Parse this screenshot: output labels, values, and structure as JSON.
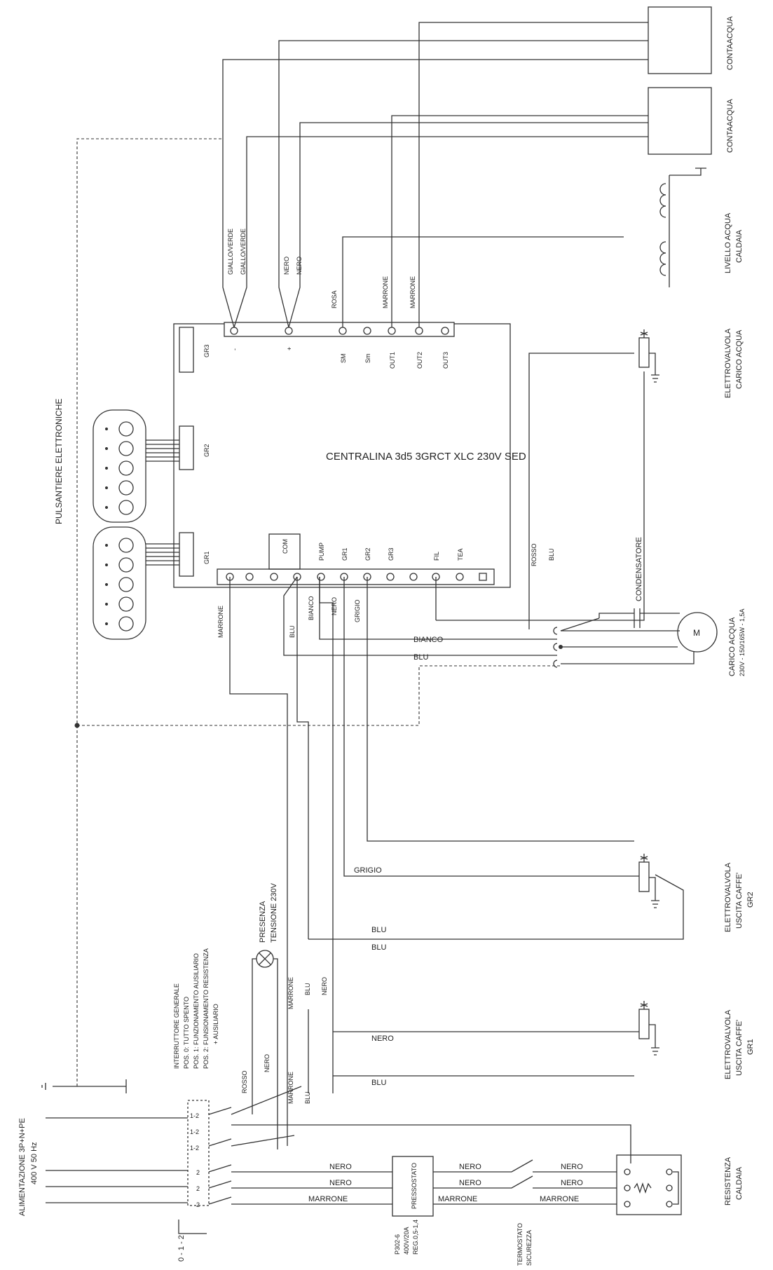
{
  "controller": {
    "title": "CENTRALINA 3d5 3GRCT XLC 230V SED",
    "top_terminals": [
      "-",
      "+",
      "SM",
      "Sm",
      "OUT1",
      "OUT2",
      "OUT3"
    ],
    "bottom_terminals": [
      "COM",
      "PUMP",
      "GR1",
      "GR2",
      "GR3",
      "FIL",
      "TEA"
    ],
    "connectors": [
      "GR1",
      "GR2",
      "GR3"
    ]
  },
  "keypads": {
    "label": "PULSANTIERE ELETTRONICHE"
  },
  "components": {
    "contaacqua_1": "CONTAACQUA",
    "contaacqua_2": "CONTAACQUA",
    "livello_acqua": [
      "LIVELLO ACQUA",
      "CALDAIA"
    ],
    "ev_carico": [
      "ELETTROVALVOLA",
      "CARICO ACQUA"
    ],
    "condensatore": "CONDENSATORE",
    "carico_acqua": [
      "CARICO ACQUA",
      "230V - 150/165W - 1,5A"
    ],
    "motor_symbol": "M",
    "ev_gr2": [
      "ELETTROVALVOLA",
      "USCITA CAFFE'",
      "GR2"
    ],
    "ev_gr1": [
      "ELETTROVALVOLA",
      "USCITA CAFFE'",
      "GR1"
    ],
    "resistenza": [
      "RESISTENZA",
      "CALDAIA"
    ],
    "pressostato": "PRESSOSTATO",
    "pressostato_spec": [
      "P302-6",
      "400V/20A",
      "REG.0,5-1,4"
    ],
    "termostato": [
      "TERMOSTATO",
      "SICUREZZA"
    ],
    "presenza": [
      "PRESENZA",
      "TENSIONE 230V"
    ],
    "interruttore": [
      "INTERRUTTORE GENERALE",
      "POS. 0: TUTTO SPENTO",
      "POS. 1: FUNZIONAMENTO AUSILIARIO",
      "POS. 2: FUNSIONAMENTO RESISTENZA",
      "+ AUSILIARIO"
    ],
    "alimentazione": [
      "ALIMENTAZIONE 3P+N+PE",
      "400 V  50 Hz"
    ],
    "switch_pos": "0 - 1 - 2",
    "switch_labels": [
      "1-2",
      "1-2",
      "1-2",
      "2",
      "2",
      "2"
    ]
  },
  "wires": {
    "top_left_gv_1": "GIALLO/VERDE",
    "top_left_gv_2": "GIALLO/VERDE",
    "top_nero_1": "NERO",
    "top_nero_2": "NERO",
    "top_rosa": "ROSA",
    "top_marrone_1": "MARRONE",
    "top_marrone_2": "MARRONE",
    "bot_marrone": "MARRONE",
    "bot_blu": "BLU",
    "bot_bianco": "BIANCO",
    "bot_nero": "NERO",
    "bot_grigio": "GRIGIO",
    "rosso": "ROSSO",
    "blu_right": "BLU",
    "h_bianco": "BIANCO",
    "h_blu": "BLU",
    "grigio": "GRIGIO",
    "blu_1": "BLU",
    "blu_2": "BLU",
    "nero_gr1": "NERO",
    "blu_gr1": "BLU",
    "sw_rosso": "ROSSO",
    "sw_nero": "NERO",
    "sw_marrone_a": "MARRONE",
    "sw_blu_a": "BLU",
    "sw_nero_b": "NERO",
    "sw_marrone_b": "MARRONE",
    "sw_blu_b": "BLU",
    "res_nero_1": "NERO",
    "res_nero_2": "NERO",
    "res_marrone": "MARRONE",
    "res_nero_3": "NERO",
    "res_nero_4": "NERO",
    "res_marrone_2": "MARRONE",
    "res_nero_5": "NERO",
    "res_nero_6": "NERO",
    "res_marrone_3": "MARRONE"
  }
}
